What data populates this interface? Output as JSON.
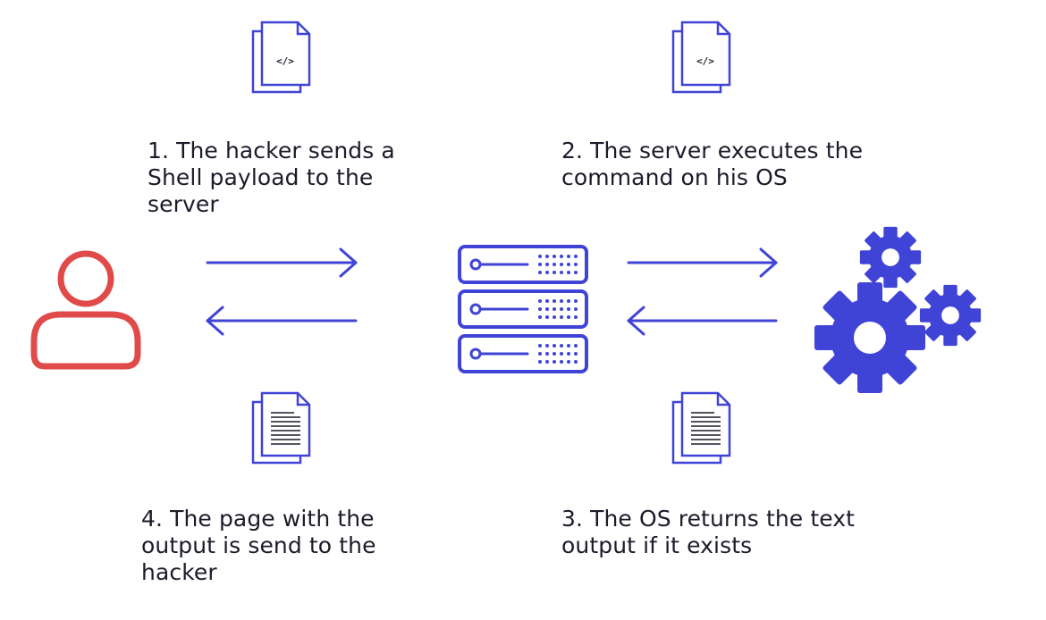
{
  "colors": {
    "accent": "#4044d6",
    "user": "#e04a4a",
    "text": "#1b1b2a",
    "background": "#ffffff"
  },
  "nodes": {
    "hacker": {
      "icon": "user-icon"
    },
    "server": {
      "icon": "server-rack-icon"
    },
    "os": {
      "icon": "gears-icon"
    }
  },
  "documents": {
    "payload_tag": "</>",
    "command_tag": "</>"
  },
  "steps": {
    "step1": {
      "lines": [
        "1. The hacker sends a",
        "Shell payload to the",
        "server"
      ]
    },
    "step2": {
      "lines": [
        "2. The server executes the",
        "command on his OS"
      ]
    },
    "step3": {
      "lines": [
        "3. The OS returns the text",
        "output if it exists"
      ]
    },
    "step4": {
      "lines": [
        "4. The page with the",
        "output is send to the",
        "hacker"
      ]
    }
  }
}
